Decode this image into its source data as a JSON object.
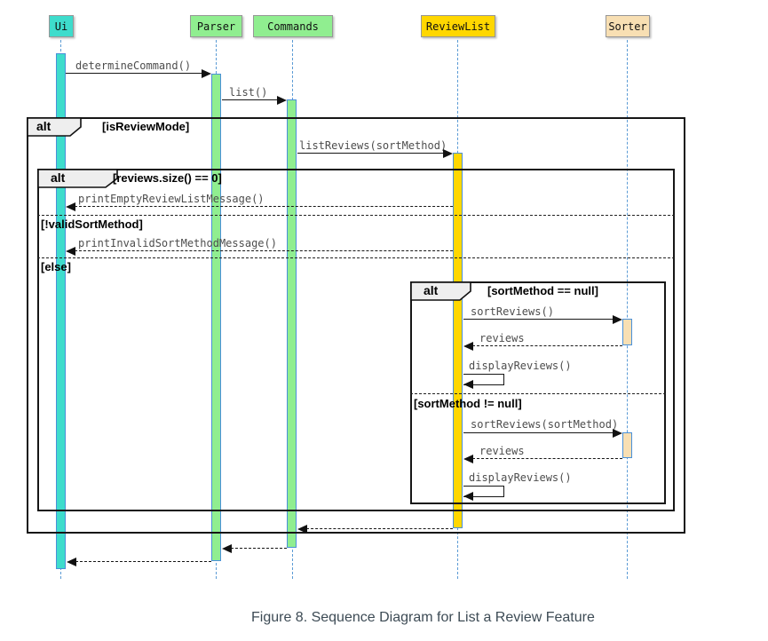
{
  "diagram": {
    "participants": [
      {
        "name": "Ui",
        "fill": "#3EDCCC"
      },
      {
        "name": "Parser",
        "fill": "#90EE90"
      },
      {
        "name": "Commands",
        "fill": "#90EE90"
      },
      {
        "name": "ReviewList",
        "fill": "#FFD700"
      },
      {
        "name": "Sorter",
        "fill": "#F8DFB3"
      }
    ],
    "frames": {
      "outer": {
        "operator": "alt",
        "guard": "[isReviewMode]"
      },
      "nested": {
        "operator": "alt",
        "guard": "[reviews.size() == 0]"
      },
      "inner": {
        "operator": "alt",
        "guard": "[sortMethod == null]"
      }
    },
    "dividers": {
      "invalid_sort": "[!validSortMethod]",
      "else_branch": "[else]",
      "sort_not_null": "[sortMethod != null]"
    },
    "messages": {
      "determine_command": "determineCommand()",
      "list": "list()",
      "list_reviews": "listReviews(sortMethod)",
      "print_empty": "printEmptyReviewListMessage()",
      "print_invalid": "printInvalidSortMethodMessage()",
      "sort_reviews": "sortReviews()",
      "reviews_1": "reviews",
      "display_reviews_1": "displayReviews()",
      "sort_reviews_method": "sortReviews(sortMethod)",
      "reviews_2": "reviews",
      "display_reviews_2": "displayReviews()"
    },
    "caption": "Figure 8. Sequence Diagram for List a Review Feature",
    "colors": {
      "lifeline": "#5B9BD5",
      "activation_border": "#4A90D9",
      "frame_border": "#161616",
      "message_text": "#4D4D4D",
      "caption_text": "#3D4B55",
      "pentagon_fill": "#EEEEEE"
    }
  }
}
